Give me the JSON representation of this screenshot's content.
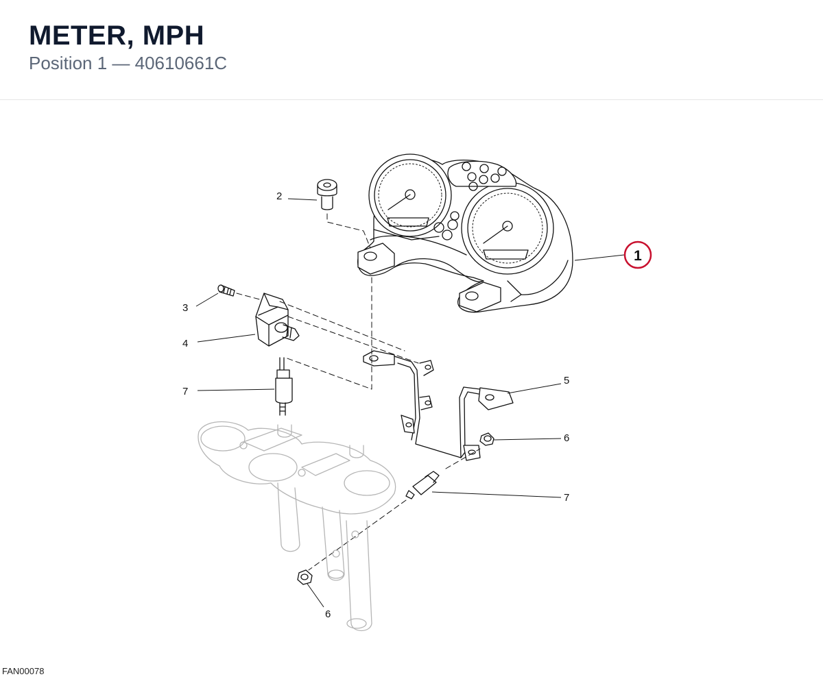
{
  "header": {
    "title": "METER, MPH",
    "subtitle": "Position 1 — 40610661C"
  },
  "callouts": {
    "c1": "1",
    "c2": "2",
    "c3": "3",
    "c4": "4",
    "c5": "5",
    "c6a": "6",
    "c6b": "6",
    "c7a": "7",
    "c7b": "7"
  },
  "colors": {
    "highlight": "#c8102e",
    "line": "#111111",
    "ghost": "#b8b8b8"
  },
  "footer": {
    "code": "FAN00078"
  }
}
